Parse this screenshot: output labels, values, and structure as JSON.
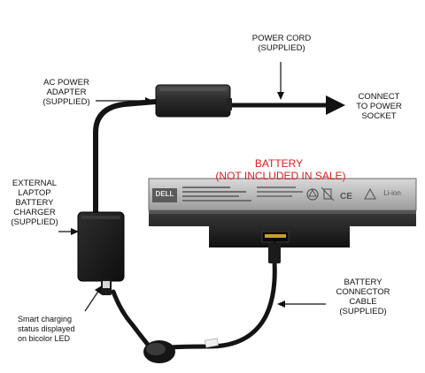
{
  "labels": {
    "power_cord": "POWER CORD\n(SUPPLIED)",
    "ac_adapter": "AC POWER\nADAPTER\n(SUPPLIED)",
    "connect": "CONNECT\nTO POWER\nSOCKET",
    "battery_title": "BATTERY",
    "battery_note": "(NOT INCLUDED IN SALE)",
    "charger": "EXTERNAL\nLAPTOP\nBATTERY\nCHARGER\n(SUPPLIED)",
    "connector_cable": "BATTERY\nCONNECTOR\nCABLE\n(SUPPLIED)",
    "led_status": "Smart charging\nstatus displayed\non bicolor LED"
  },
  "battery": {
    "brand": "DELL",
    "badge": "Li-ion"
  },
  "colors": {
    "battery_label": "#e01b1b",
    "device_body": "#1c1c1c",
    "cable": "#141414",
    "arrow": "#111111"
  },
  "icons": [
    "recycle-icon",
    "bin-crossed-icon",
    "ce-mark-icon",
    "warning-icon",
    "led-icon"
  ]
}
